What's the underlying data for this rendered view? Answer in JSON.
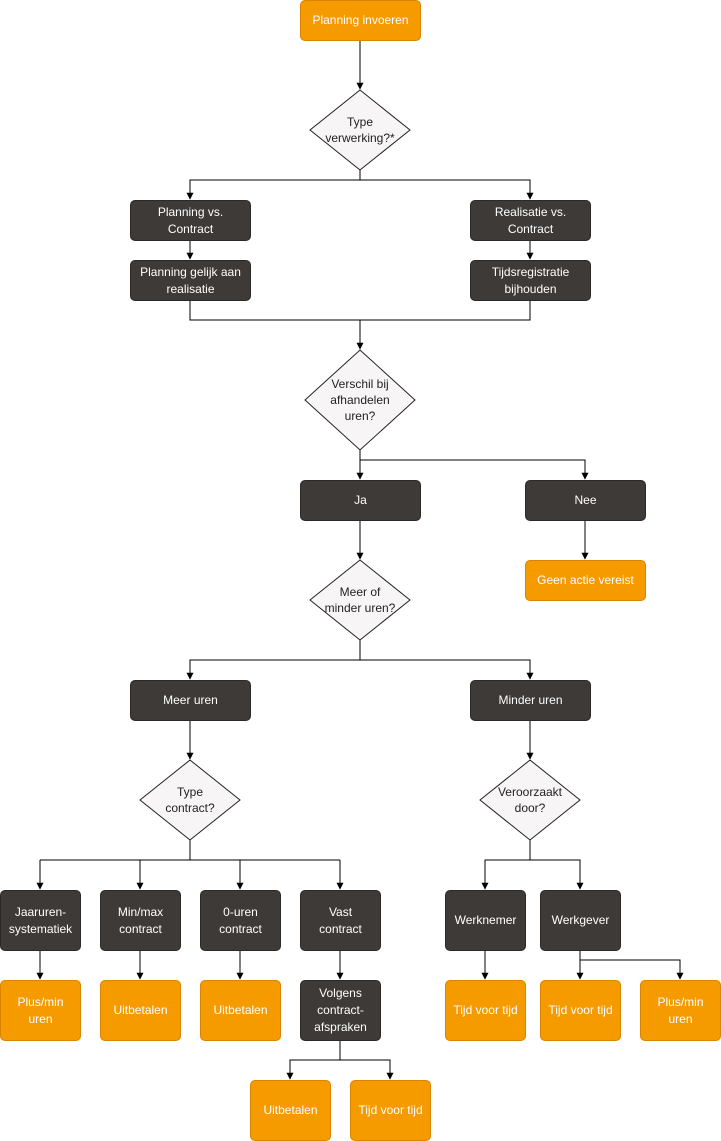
{
  "colors": {
    "dark_node": "#3d3a37",
    "terminal_node": "#f59b00",
    "decision_fill": "#f7f5f5",
    "line": "#000000"
  },
  "nodes": {
    "planning_invoeren": "Planning invoeren",
    "type_verwerking": "Type\nverwerking?*",
    "planning_vs_contract": "Planning vs. Contract",
    "realisatie_vs_contract": "Realisatie vs.\nContract",
    "planning_gelijk": "Planning gelijk aan\nrealisatie",
    "tijdsregistratie": "Tijdsregistratie\nbijhouden",
    "verschil": "Verschil bij\nafhandelen\nuren?",
    "ja": "Ja",
    "nee": "Nee",
    "geen_actie": "Geen actie vereist",
    "meer_of_minder": "Meer of\nminder uren?",
    "meer_uren": "Meer uren",
    "minder_uren": "Minder uren",
    "type_contract": "Type\ncontract?",
    "veroorzaakt": "Veroorzaakt\ndoor?",
    "jaaruren": "Jaaruren-\nsystematiek",
    "minmax": "Min/max\ncontract",
    "nuluren": "0-uren\ncontract",
    "vast": "Vast\ncontract",
    "werknemer": "Werknemer",
    "werkgever": "Werkgever",
    "plusmin_1": "Plus/min\nuren",
    "uitbetalen_1": "Uitbetalen",
    "uitbetalen_2": "Uitbetalen",
    "volgens": "Volgens\ncontract-\nafspraken",
    "tijd_voor_tijd_1": "Tijd voor tijd",
    "tijd_voor_tijd_2": "Tijd voor tijd",
    "plusmin_2": "Plus/min\nuren",
    "uitbetalen_3": "Uitbetalen",
    "tijd_voor_tijd_3": "Tijd voor tijd"
  }
}
